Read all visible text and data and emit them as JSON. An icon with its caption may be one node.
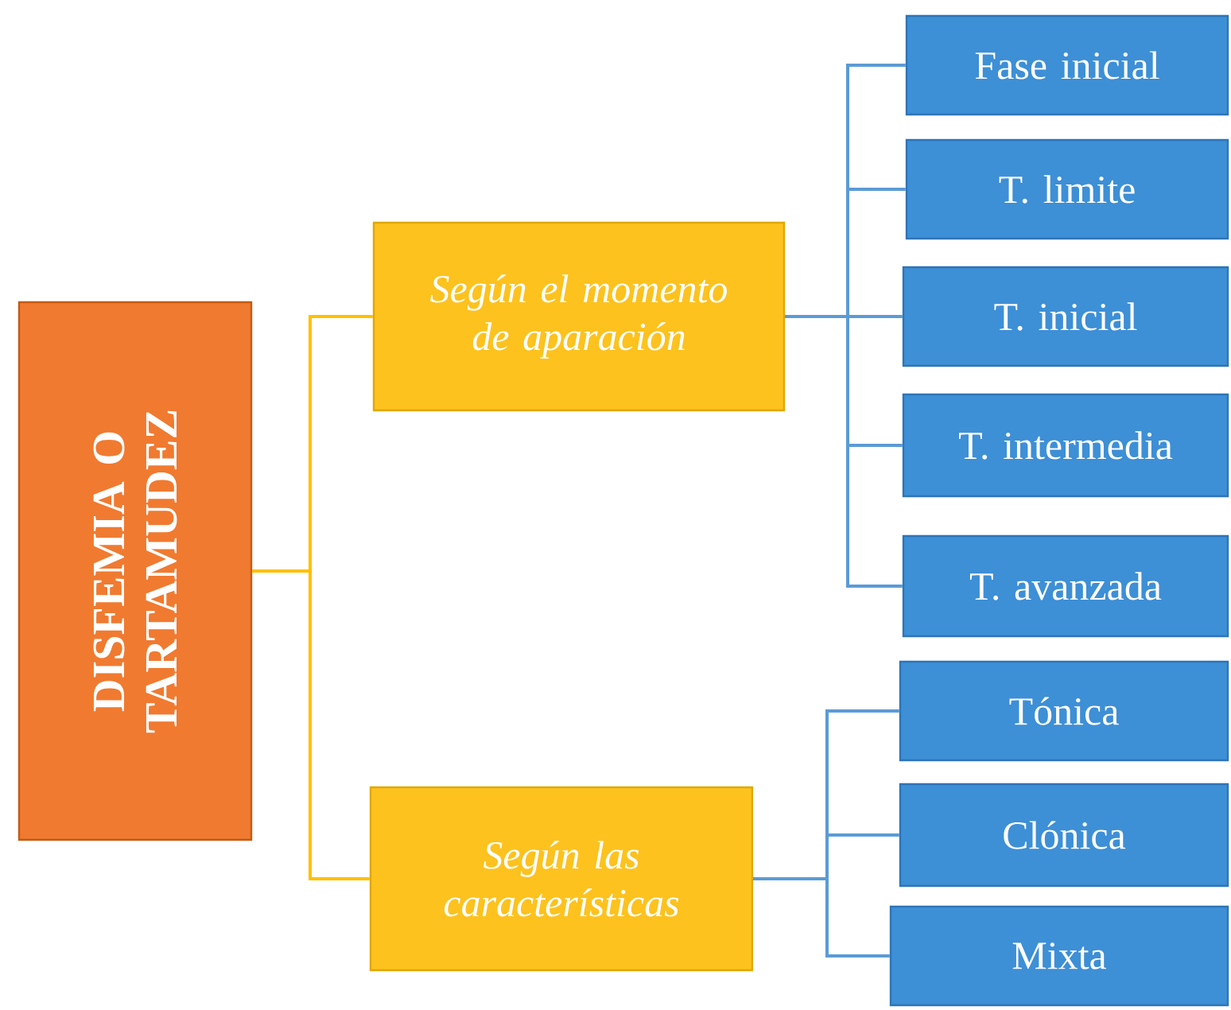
{
  "diagram": {
    "nodes": [
      {
        "text": [
          "DISFEMIA O TARTAMUDEZ"
        ]
      },
      {
        "text": [
          "Según el momento de aparación"
        ]
      },
      {
        "text": [
          "Según las características"
        ]
      },
      {
        "text": [
          "Fase inicial"
        ]
      },
      {
        "text": [
          "T. limite"
        ]
      },
      {
        "text": [
          "T. inicial"
        ]
      },
      {
        "text": [
          "T. intermedia"
        ]
      },
      {
        "text": [
          "T. avanzada"
        ]
      },
      {
        "text": [
          "Tónica"
        ]
      },
      {
        "text": [
          "Clónica"
        ]
      },
      {
        "text": [
          "Mixta"
        ]
      }
    ],
    "edges": [
      {
        "from": 0,
        "to": 1,
        "arrow": "none",
        "color": "#ffc000"
      },
      {
        "from": 0,
        "to": 2,
        "arrow": "none",
        "color": "#ffc000"
      },
      {
        "from": 1,
        "to": 3,
        "arrow": "none"
      },
      {
        "from": 1,
        "to": 4,
        "arrow": "none"
      },
      {
        "from": 1,
        "to": 5,
        "arrow": "none"
      },
      {
        "from": 1,
        "to": 6,
        "arrow": "none"
      },
      {
        "from": 1,
        "to": 7,
        "arrow": "none"
      },
      {
        "from": 2,
        "to": 8,
        "arrow": "none"
      },
      {
        "from": 2,
        "to": 9,
        "arrow": "none"
      },
      {
        "from": 2,
        "to": 10,
        "arrow": "none"
      }
    ]
  }
}
